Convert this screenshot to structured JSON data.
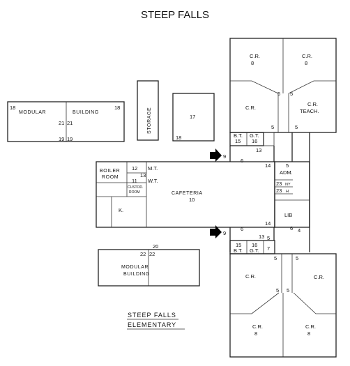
{
  "title": "STEEP FALLS",
  "caption": {
    "line1": "STEEP FALLS",
    "line2": "ELEMENTARY"
  },
  "rooms": {
    "modular_top": {
      "label_a": "MODULAR",
      "label_b": "BUILDING",
      "n_left": "18",
      "n_right": "18",
      "n_mid_a": "21",
      "n_mid_b": "21",
      "n_bot_a": "19",
      "n_bot_b": "19"
    },
    "storage": {
      "label": "STORAGE"
    },
    "room17": {
      "number": "17",
      "corner": "18"
    },
    "cr_top_left": {
      "label": "C.R.",
      "number": "8"
    },
    "cr_top_right": {
      "label": "C.R.",
      "number": "8"
    },
    "cr_mid_left": {
      "label": "C.R."
    },
    "cr_teach": {
      "label_a": "C.R.",
      "label_b": "TEACH."
    },
    "bt_top": {
      "label": "B.T.",
      "number": "15"
    },
    "gt_top": {
      "label": "G.T.",
      "number": "16"
    },
    "boiler": {
      "label_a": "BOILER",
      "label_b": "ROOM"
    },
    "mt": {
      "number": "12",
      "label": "M.T."
    },
    "wt": {
      "number": "11",
      "label": "W.T."
    },
    "custodian": {
      "label_a": "CUSTOD.",
      "label_b": "ROOM"
    },
    "kitchen": {
      "label": "K."
    },
    "cafeteria": {
      "label": "CAFETERIA",
      "number": "10"
    },
    "adm": {
      "label": "ADM.",
      "n1": "5",
      "n2": "23",
      "n3": "23",
      "n2_label": "NY",
      "n3_label": "H"
    },
    "lib": {
      "label": "LIB"
    },
    "modular_bottom": {
      "label_a": "MODULAR",
      "label_b": "BUILDING",
      "n_top": "20",
      "n_a": "22",
      "n_b": "22"
    },
    "bt_bottom": {
      "label": "B.T.",
      "number": "15"
    },
    "gt_bottom": {
      "label": "G.T.",
      "number": "16"
    },
    "room7": {
      "number": "7"
    },
    "cr_bot_left_top": {
      "label": "C.R."
    },
    "cr_bot_right_top": {
      "label": "C.R."
    },
    "cr_bot_left": {
      "label": "C.R.",
      "number": "8"
    },
    "cr_bot_right": {
      "label": "C.R.",
      "number": "8"
    }
  },
  "markers": {
    "five": "5",
    "six": "6",
    "nine": "9",
    "thirteen": "13",
    "fourteen": "14",
    "four": "4"
  },
  "icons": {
    "entrance": "arrow-right-icon"
  }
}
